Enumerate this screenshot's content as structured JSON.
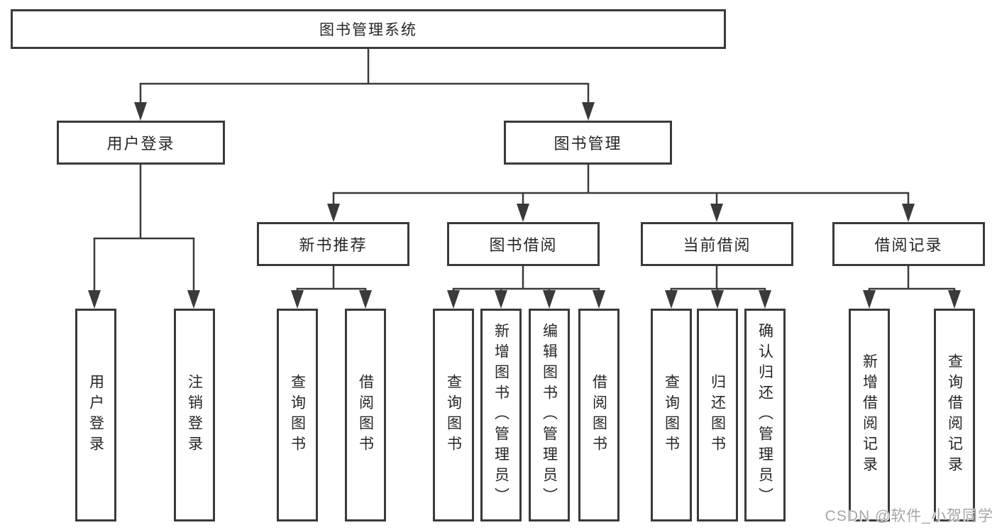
{
  "diagram_type": "hierarchy-tree",
  "tree": {
    "label": "图书管理系统",
    "children": [
      {
        "label": "用户登录",
        "children": [
          {
            "label": "用户登录"
          },
          {
            "label": "注销登录"
          }
        ]
      },
      {
        "label": "图书管理",
        "children": [
          {
            "label": "新书推荐",
            "children": [
              {
                "label": "查询图书"
              },
              {
                "label": "借阅图书"
              }
            ]
          },
          {
            "label": "图书借阅",
            "children": [
              {
                "label": "查询图书"
              },
              {
                "label": "新增图书（管理员）"
              },
              {
                "label": "编辑图书（管理员）"
              },
              {
                "label": "借阅图书"
              }
            ]
          },
          {
            "label": "当前借阅",
            "children": [
              {
                "label": "查询图书"
              },
              {
                "label": "归还图书"
              },
              {
                "label": "确认归还（管理员）"
              }
            ]
          },
          {
            "label": "借阅记录",
            "children": [
              {
                "label": "新增借阅记录"
              },
              {
                "label": "查询借阅记录"
              }
            ]
          }
        ]
      }
    ]
  },
  "watermark": {
    "text": "CSDN @软件_小贺同学"
  },
  "colors": {
    "line": "#3a3a3a",
    "box_border": "#3a3a3a",
    "box_fill": "#ffffff",
    "text": "#262626",
    "watermark": "#a6a6a6",
    "background": "#ffffff"
  }
}
